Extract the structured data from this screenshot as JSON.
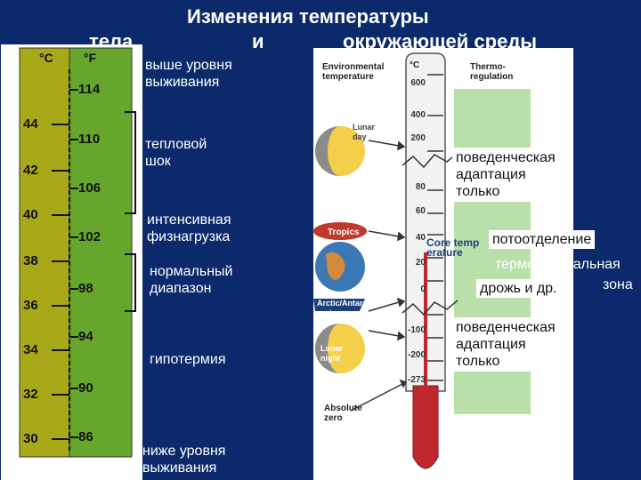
{
  "title": {
    "line1": "Изменения температуры",
    "body_word": "тела",
    "and_word": "и",
    "environment_phrase": "окружающей среды"
  },
  "left_scale": {
    "c_unit": "°C",
    "f_unit": "°F",
    "celsius_ticks": [
      "44",
      "42",
      "40",
      "38",
      "36",
      "34",
      "32",
      "30"
    ],
    "fahrenheit_ticks": [
      "114",
      "110",
      "106",
      "102",
      "98",
      "94",
      "90",
      "86"
    ],
    "colors": {
      "celsius_column": "#a9a818",
      "fahrenheit_column": "#66a62c"
    }
  },
  "zones": [
    "выше уровня\nвыживания",
    "тепловой\nшок",
    "интенсивная\nфизнагрузка",
    "нормальный\nдиапазон",
    "гипотермия",
    "ниже уровня\nвыживания"
  ],
  "right_panel": {
    "environmental_temperature": "Environmental\ntemperature",
    "thermoregulation": "Thermo-\nregulation",
    "unit": "°C",
    "scale": [
      "600",
      "400",
      "200",
      "80",
      "60",
      "40",
      "20",
      "0",
      "-100",
      "-200",
      "-273"
    ],
    "lunar_day": "Lunar\nday",
    "tropics": "Tropics",
    "arctic": "Arctic/Antarctic\nregion",
    "lunar_night": "Lunar\nnight",
    "absolute_zero": "Absolute\nzero",
    "core_temperature": "Core temp\nerature",
    "colors": {
      "thermoregulation_band": "#b9e0a8",
      "mercury": "#c0282d",
      "tropics_oval": "#c0392b"
    }
  },
  "annotations": {
    "behavioral_top": "поведенческая\nадаптация\nтолько",
    "sweating": "потоотделение",
    "thermoneutral_1": "термонейтральная",
    "thermoneutral_2": "зона",
    "shivering": "дрожь и др.",
    "behavioral_bottom": "поведенческая\nадаптация\nтолько"
  }
}
